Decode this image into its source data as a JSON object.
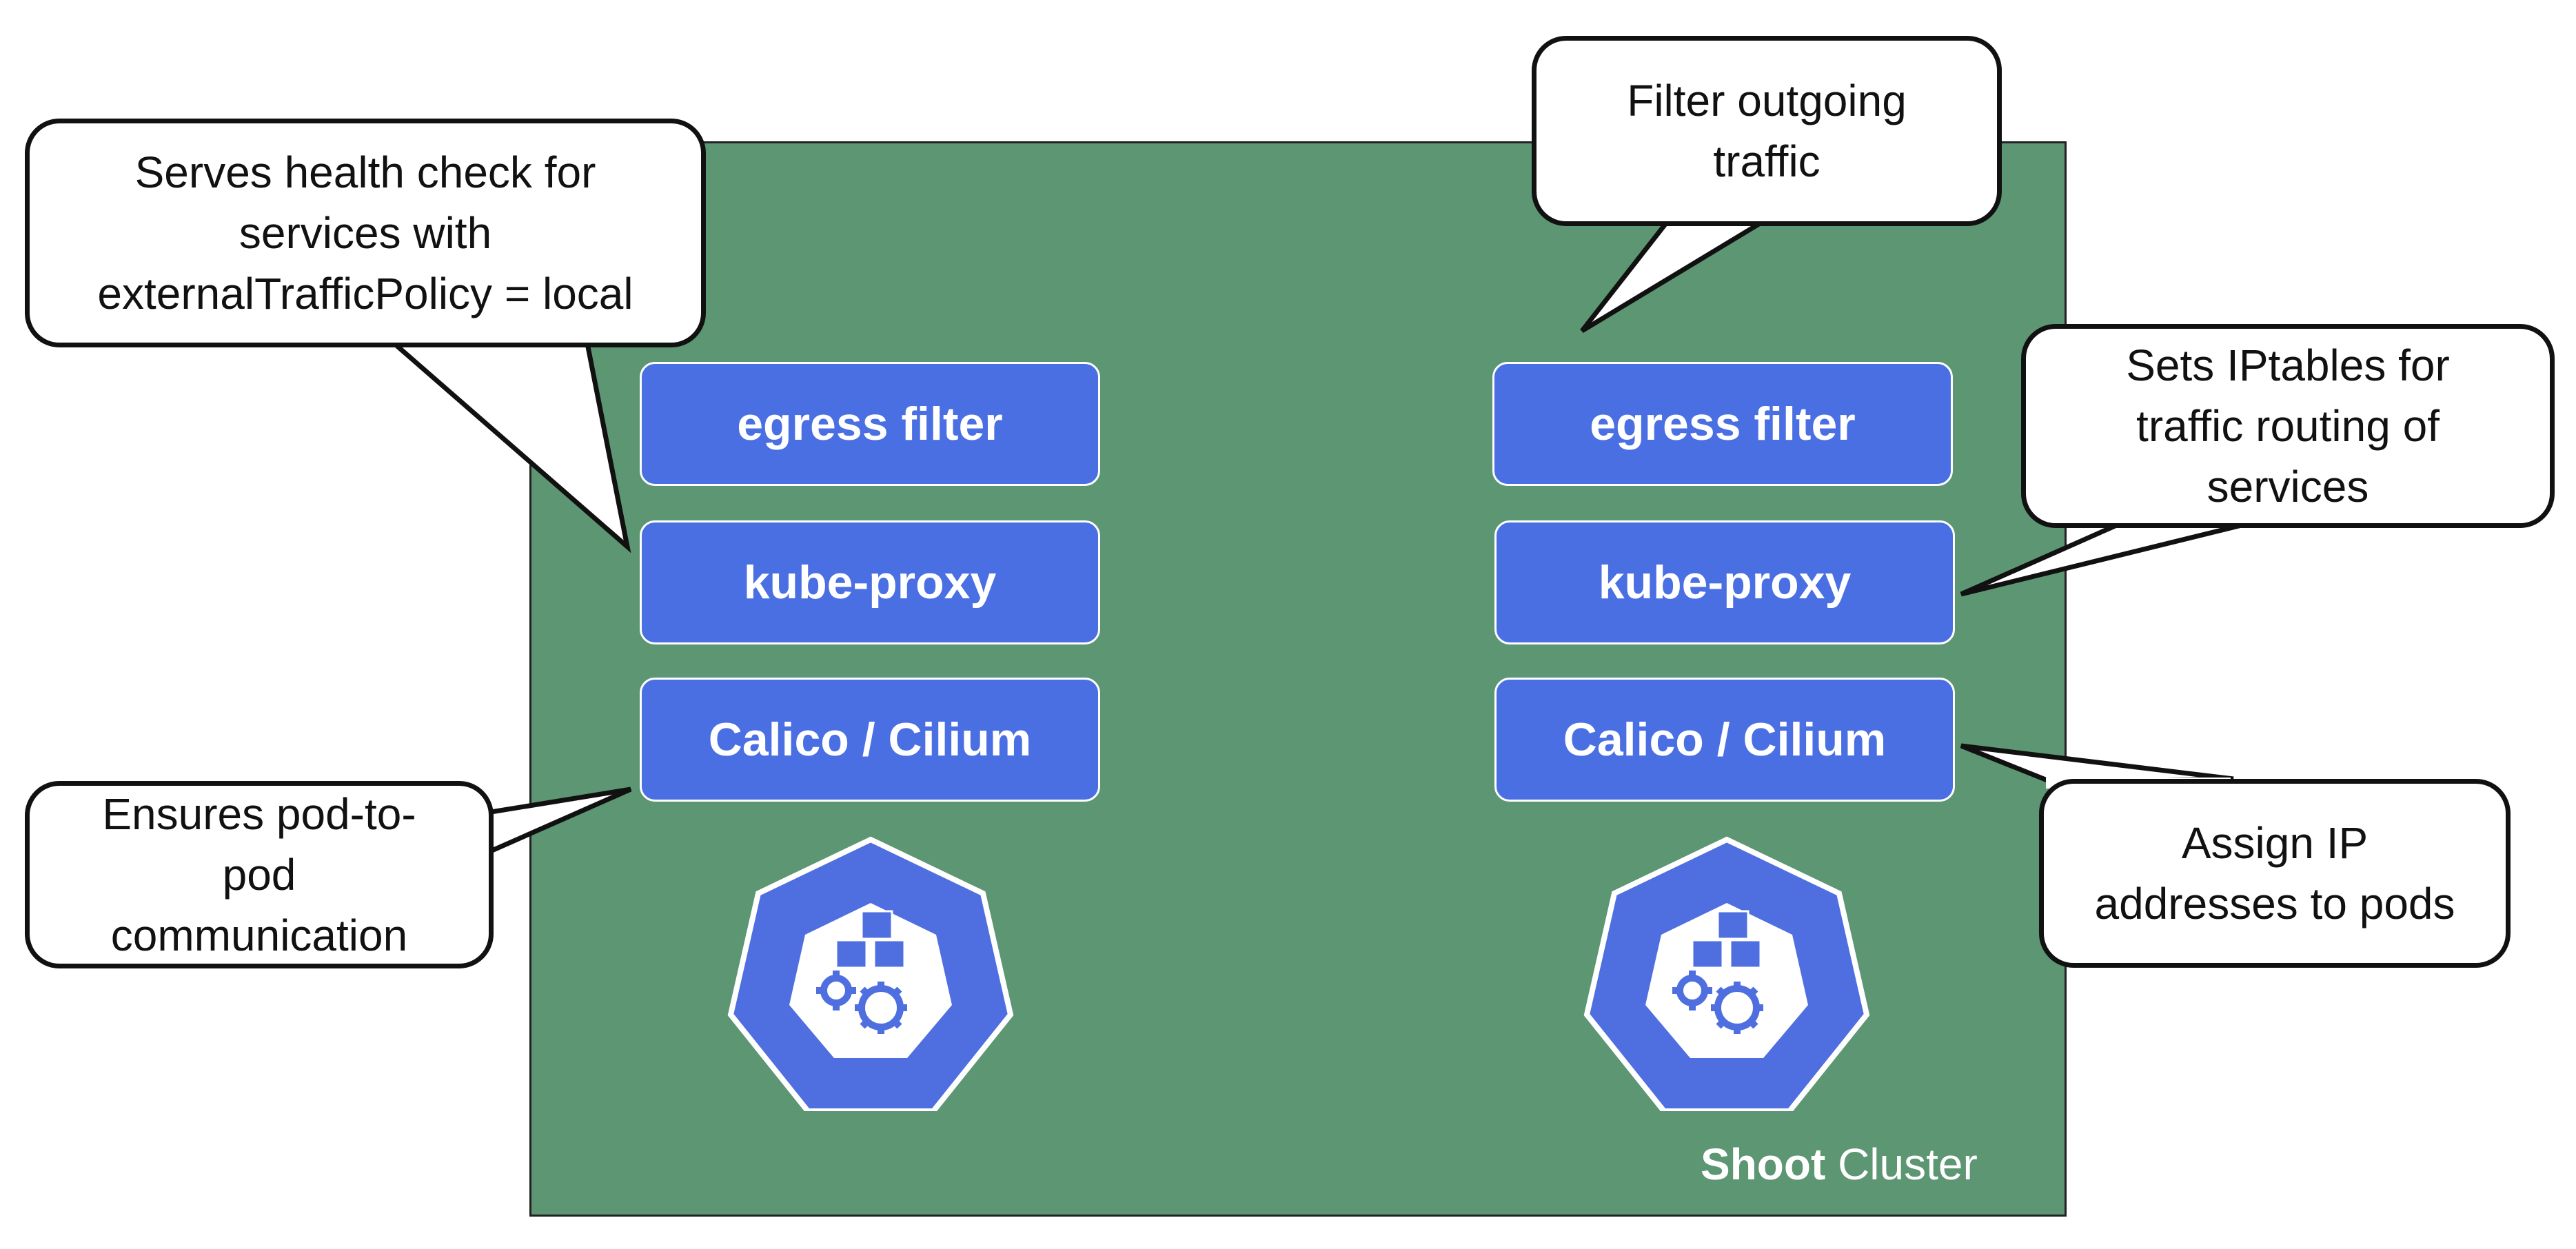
{
  "cluster": {
    "label_bold": "Shoot",
    "label_rest": " Cluster"
  },
  "left_stack": {
    "egress": "egress filter",
    "proxy": "kube-proxy",
    "cni": "Calico / Cilium"
  },
  "right_stack": {
    "egress": "egress filter",
    "proxy": "kube-proxy",
    "cni": "Calico / Cilium"
  },
  "callouts": {
    "health_check": {
      "lines": [
        "Serves health check for",
        "services with",
        "externalTrafficPolicy = local"
      ]
    },
    "pod_comm": {
      "lines": [
        "Ensures pod-to-",
        "pod",
        "communication"
      ]
    },
    "filter_out": {
      "lines": [
        "Filter outgoing",
        "traffic"
      ]
    },
    "iptables": {
      "lines": [
        "Sets IPtables for",
        "traffic routing of",
        "services"
      ]
    },
    "assign_ip": {
      "lines": [
        "Assign IP",
        "addresses to pods"
      ]
    }
  },
  "colors": {
    "cluster_bg": "#5c9672",
    "component_bg": "#4a6fe3",
    "k8s_blue": "#4f6fe0"
  },
  "icons": [
    "kubernetes-node-icon",
    "kubernetes-node-icon"
  ]
}
